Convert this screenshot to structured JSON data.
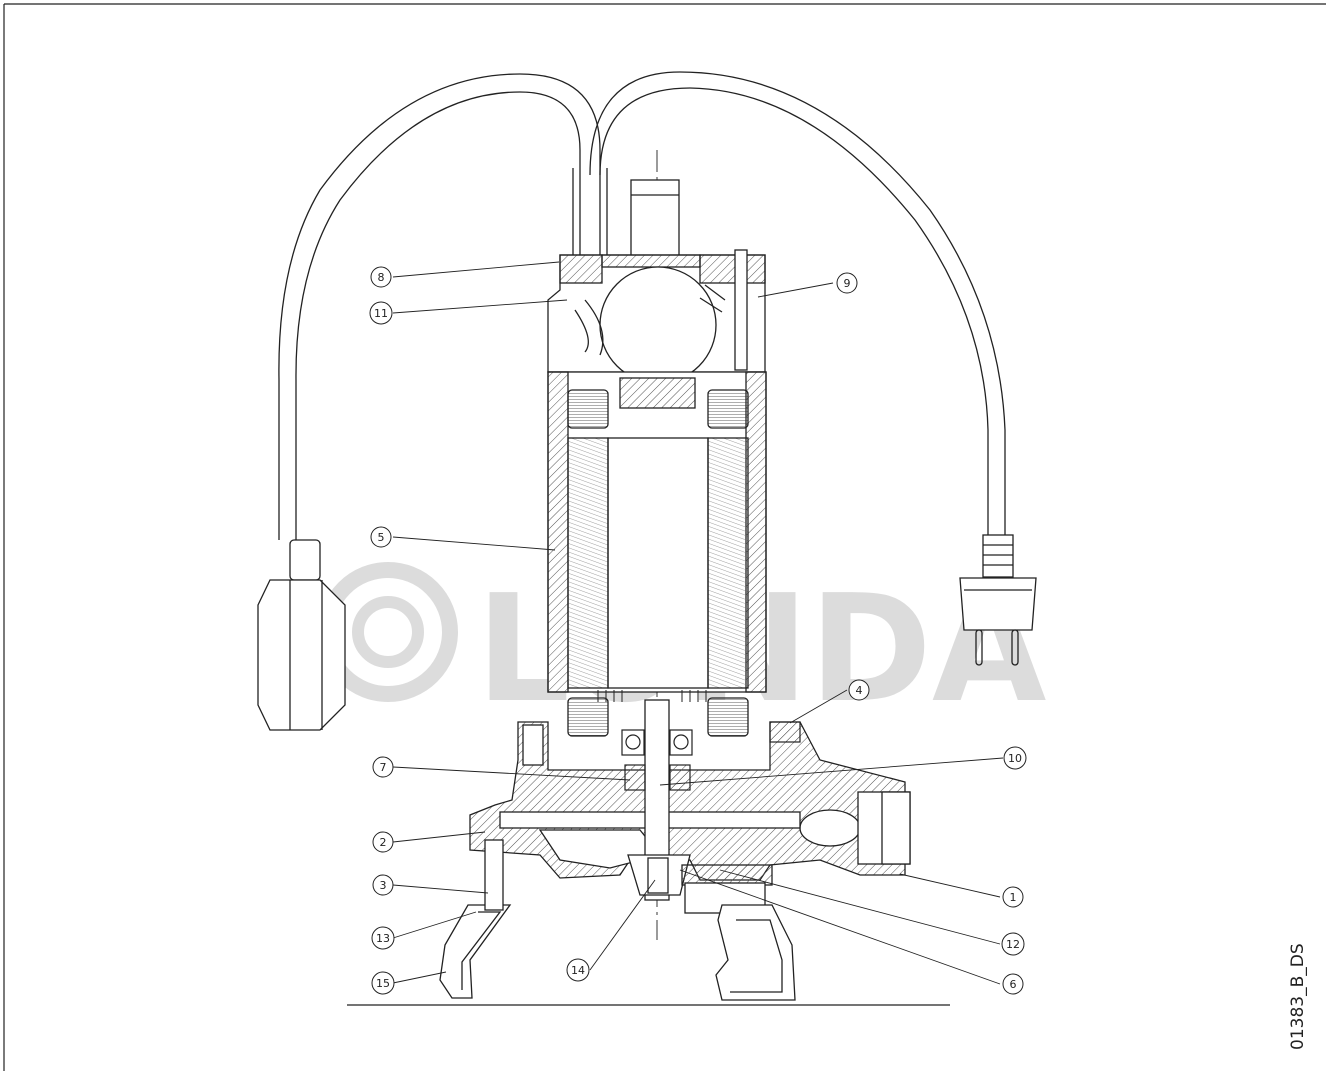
{
  "drawing": {
    "document_id": "01383_B_DS",
    "watermark_text": "LUNDA",
    "callouts": [
      {
        "n": "1"
      },
      {
        "n": "2"
      },
      {
        "n": "3"
      },
      {
        "n": "4"
      },
      {
        "n": "5"
      },
      {
        "n": "6"
      },
      {
        "n": "7"
      },
      {
        "n": "8"
      },
      {
        "n": "9"
      },
      {
        "n": "10"
      },
      {
        "n": "11"
      },
      {
        "n": "12"
      },
      {
        "n": "13"
      },
      {
        "n": "14"
      },
      {
        "n": "15"
      }
    ],
    "colors": {
      "line": "#222222",
      "hatch": "#555555",
      "watermark": "#d9d9d9",
      "background": "#ffffff"
    }
  }
}
